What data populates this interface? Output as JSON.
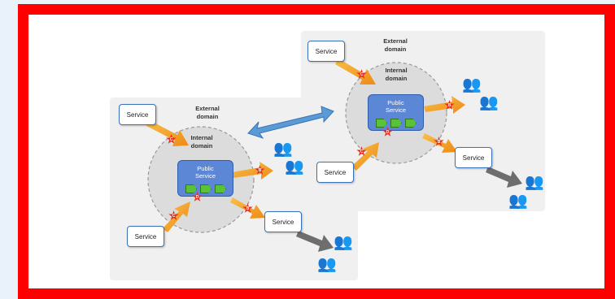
{
  "diagram": {
    "service_label": "Service",
    "external_domain": [
      "External",
      "domain"
    ],
    "internal_domain": [
      "Internal",
      "domain"
    ],
    "public_service": [
      "Public",
      "Service"
    ],
    "consumer_marker": "C",
    "boundary_marker": "B",
    "delivery_marker": "D"
  },
  "colors": {
    "frame": "#ff0000",
    "service_border": "#3a74b8",
    "public_service_fill": "#5b87d6",
    "port_fill": "#59c236",
    "inbound_arrow": "#f2a020",
    "outbound_arrow": "#6e6e6e",
    "link_arrow": "#5b9bd5",
    "marker_burst": "#e53020"
  },
  "icons": [
    "group-icon",
    "burst-icon",
    "port-arrow-icon",
    "double-arrow-icon"
  ]
}
